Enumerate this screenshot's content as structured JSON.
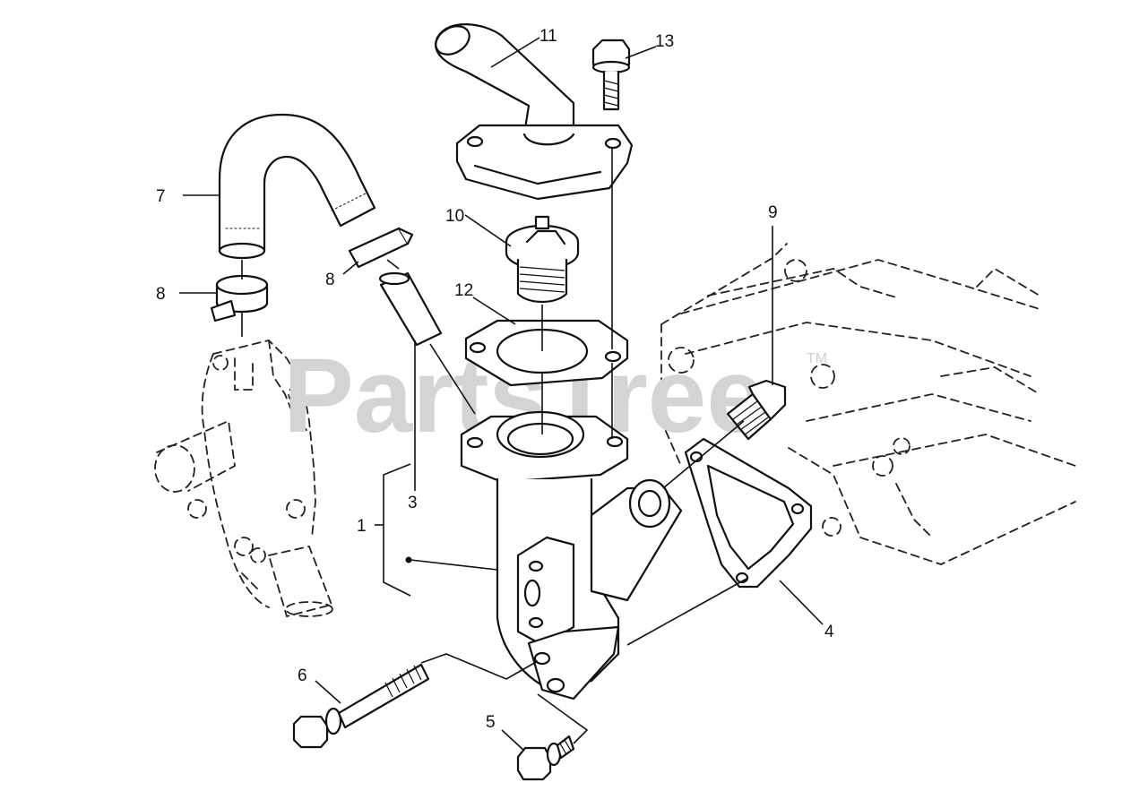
{
  "watermark": {
    "text": "PartsTree",
    "mark": "TM"
  },
  "callouts": [
    {
      "id": "c1",
      "text": "1"
    },
    {
      "id": "c3",
      "text": "3"
    },
    {
      "id": "c4",
      "text": "4"
    },
    {
      "id": "c5",
      "text": "5"
    },
    {
      "id": "c6",
      "text": "6"
    },
    {
      "id": "c7",
      "text": "7"
    },
    {
      "id": "c8a",
      "text": "8"
    },
    {
      "id": "c8b",
      "text": "8"
    },
    {
      "id": "c9",
      "text": "9"
    },
    {
      "id": "c10",
      "text": "10"
    },
    {
      "id": "c11",
      "text": "11"
    },
    {
      "id": "c12",
      "text": "12"
    },
    {
      "id": "c13",
      "text": "13"
    }
  ]
}
